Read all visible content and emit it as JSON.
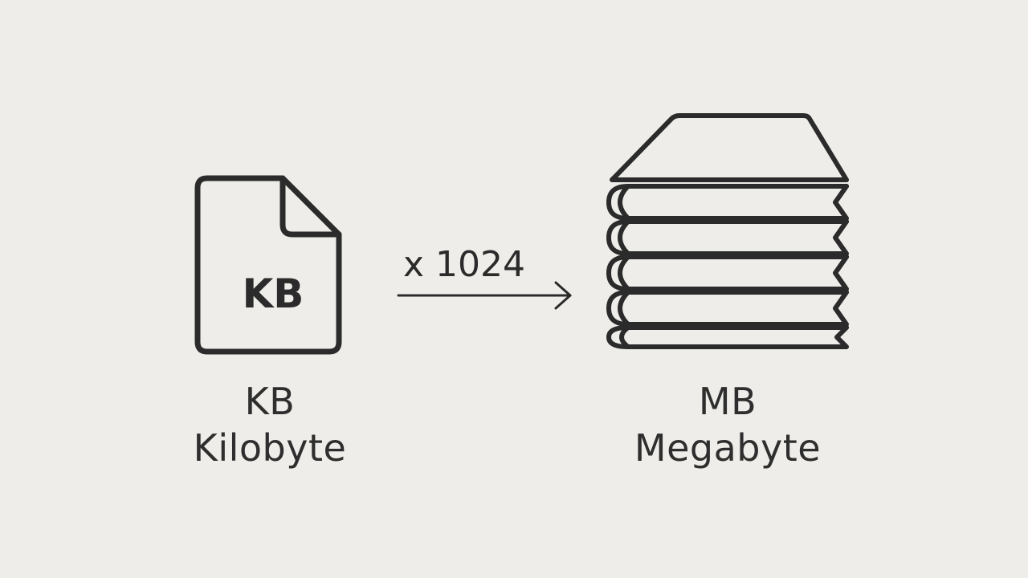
{
  "source": {
    "icon": "document-icon",
    "badge": "KB",
    "abbr": "KB",
    "name": "Kilobyte"
  },
  "conversion": {
    "label": "x 1024",
    "icon": "arrow-right-icon"
  },
  "target": {
    "icon": "stacked-books-icon",
    "abbr": "MB",
    "name": "Megabyte"
  },
  "colors": {
    "background": "#eeede9",
    "stroke": "#2b2b2b"
  }
}
